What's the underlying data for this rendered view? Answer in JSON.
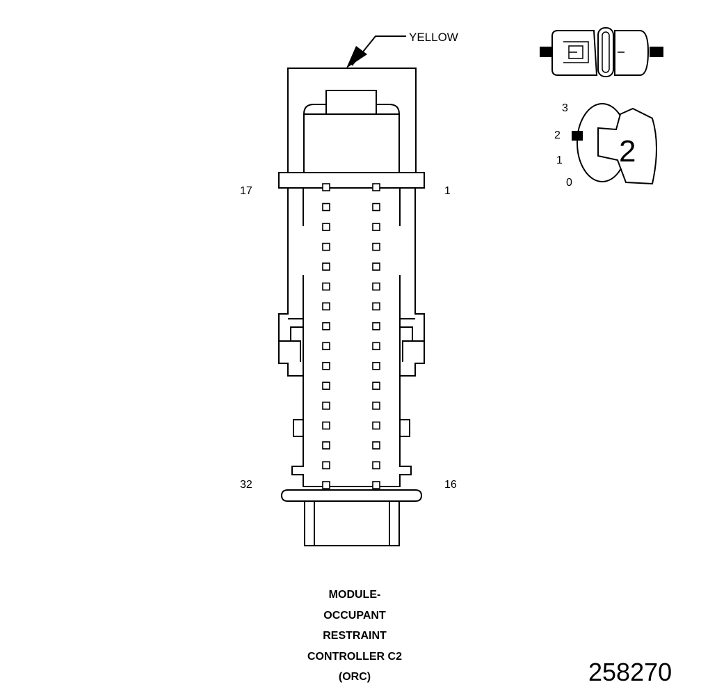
{
  "wire_color_label": "YELLOW",
  "pin_labels": {
    "top_left": "17",
    "top_right": "1",
    "bottom_left": "32",
    "bottom_right": "16"
  },
  "connector": {
    "pins_per_row": 16,
    "columns": 2,
    "total_pins": 32
  },
  "color_code_symbol": {
    "digit": "2"
  },
  "position_scale": {
    "selected": "2",
    "marks": [
      "3",
      "2",
      "1",
      "0"
    ]
  },
  "caption": {
    "lines": [
      "MODULE-",
      "OCCUPANT",
      "RESTRAINT",
      "CONTROLLER C2",
      "(ORC)"
    ]
  },
  "document_id": "258270"
}
